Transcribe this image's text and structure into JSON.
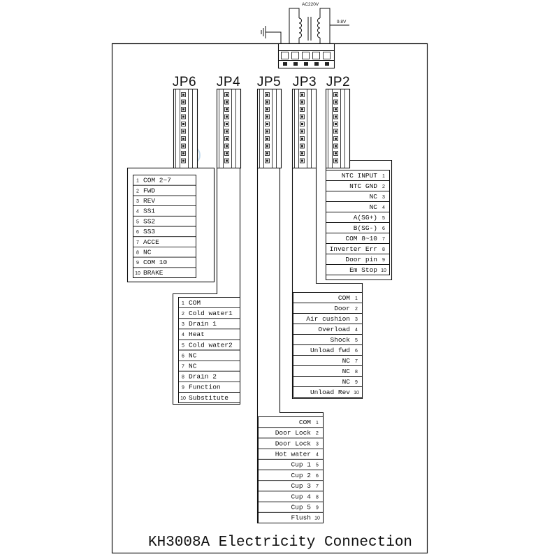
{
  "transformer": {
    "primary_label": "AC220V",
    "secondary_label": "9.8V"
  },
  "connectors": {
    "jp6": {
      "name": "JP6",
      "pins": [
        {
          "num": "1",
          "label": "COM 2~7"
        },
        {
          "num": "2",
          "label": "FWD"
        },
        {
          "num": "3",
          "label": "REV"
        },
        {
          "num": "4",
          "label": "SS1"
        },
        {
          "num": "5",
          "label": "SS2"
        },
        {
          "num": "6",
          "label": "SS3"
        },
        {
          "num": "7",
          "label": "ACCE"
        },
        {
          "num": "8",
          "label": "NC"
        },
        {
          "num": "9",
          "label": "COM 10"
        },
        {
          "num": "10",
          "label": "BRAKE"
        }
      ]
    },
    "jp4": {
      "name": "JP4",
      "pins": [
        {
          "num": "1",
          "label": "COM"
        },
        {
          "num": "2",
          "label": "Cold water1"
        },
        {
          "num": "3",
          "label": "Drain 1"
        },
        {
          "num": "4",
          "label": "Heat"
        },
        {
          "num": "5",
          "label": "Cold water2"
        },
        {
          "num": "6",
          "label": "NC"
        },
        {
          "num": "7",
          "label": "NC"
        },
        {
          "num": "8",
          "label": "Drain 2"
        },
        {
          "num": "9",
          "label": "Function"
        },
        {
          "num": "10",
          "label": "Substitute"
        }
      ]
    },
    "jp5": {
      "name": "JP5",
      "pins": [
        {
          "num": "1",
          "label": "COM"
        },
        {
          "num": "2",
          "label": "Door Lock"
        },
        {
          "num": "3",
          "label": "Door Lock"
        },
        {
          "num": "4",
          "label": "Hot water"
        },
        {
          "num": "5",
          "label": "Cup 1"
        },
        {
          "num": "6",
          "label": "Cup 2"
        },
        {
          "num": "7",
          "label": "Cup 3"
        },
        {
          "num": "8",
          "label": "Cup 4"
        },
        {
          "num": "9",
          "label": "Cup 5"
        },
        {
          "num": "10",
          "label": "Flush"
        }
      ]
    },
    "jp3": {
      "name": "JP3",
      "pins": [
        {
          "num": "1",
          "label": "COM"
        },
        {
          "num": "2",
          "label": "Door"
        },
        {
          "num": "3",
          "label": "Air cushion"
        },
        {
          "num": "4",
          "label": "Overload"
        },
        {
          "num": "5",
          "label": "Shock"
        },
        {
          "num": "6",
          "label": "Unload fwd"
        },
        {
          "num": "7",
          "label": "NC"
        },
        {
          "num": "8",
          "label": "NC"
        },
        {
          "num": "9",
          "label": "NC"
        },
        {
          "num": "10",
          "label": "Unload Rev"
        }
      ]
    },
    "jp2": {
      "name": "JP2",
      "pins": [
        {
          "num": "1",
          "label": "NTC INPUT"
        },
        {
          "num": "2",
          "label": "NTC GND"
        },
        {
          "num": "3",
          "label": "NC"
        },
        {
          "num": "4",
          "label": "NC"
        },
        {
          "num": "5",
          "label": "A(SG+)"
        },
        {
          "num": "6",
          "label": "B(SG-)"
        },
        {
          "num": "7",
          "label": "COM 8~10"
        },
        {
          "num": "8",
          "label": "Inverter Err"
        },
        {
          "num": "9",
          "label": "Door pin"
        },
        {
          "num": "10",
          "label": "Em Stop"
        }
      ]
    }
  },
  "title": "KH3008A Electricity Connection"
}
